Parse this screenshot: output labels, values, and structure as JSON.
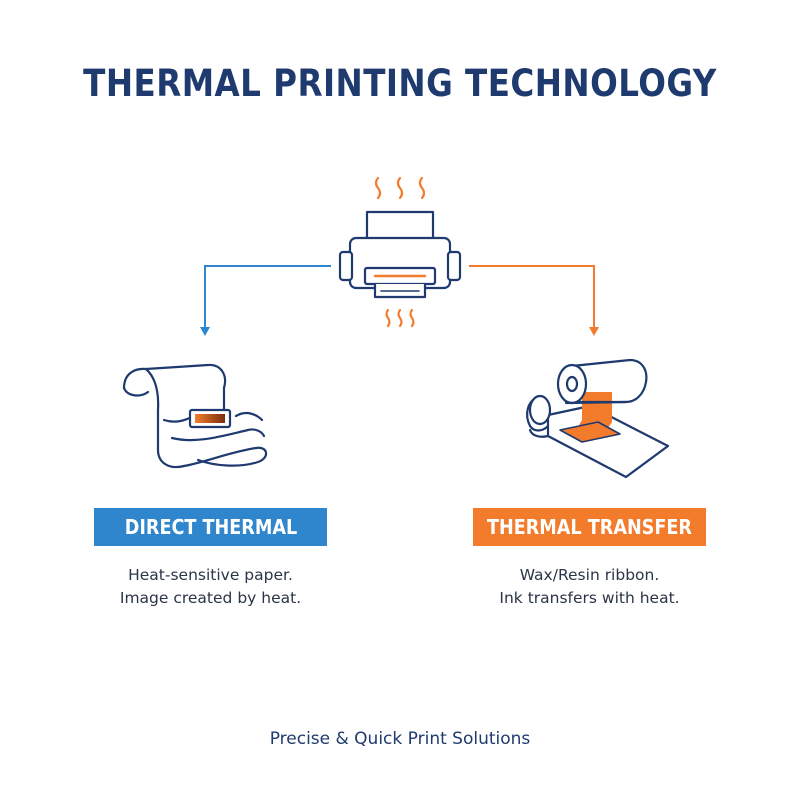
{
  "title": "THERMAL PRINTING TECHNOLOGY",
  "colors": {
    "navy": "#1e3a6e",
    "blue": "#2f86cd",
    "orange": "#f27c2c"
  },
  "icons": {
    "center": "printer-icon",
    "left": "paper-roll-icon",
    "right": "ribbon-roll-icon"
  },
  "direct": {
    "label": "DIRECT THERMAL",
    "lines": [
      "Heat-sensitive paper.",
      "Image created by heat."
    ]
  },
  "transfer": {
    "label": "THERMAL TRANSFER",
    "lines": [
      "Wax/Resin ribbon.",
      "Ink transfers with heat."
    ]
  },
  "footer": "Precise & Quick Print Solutions"
}
